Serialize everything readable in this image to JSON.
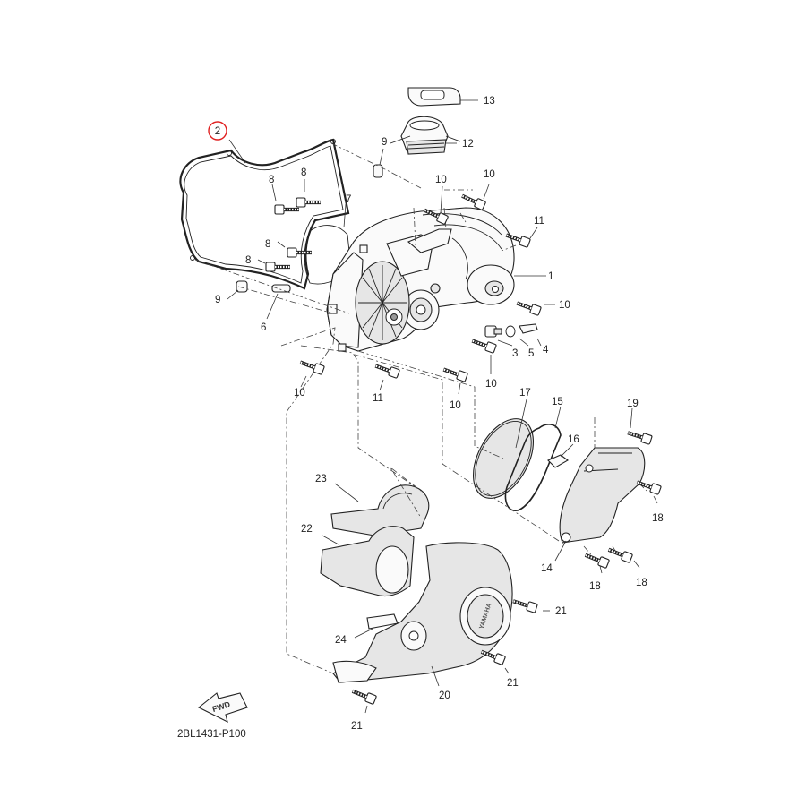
{
  "diagram": {
    "part_code": "2BL1431-P100",
    "fwd_label": "FWD",
    "logo_text": "YAMAHA",
    "highlight_color": "#e02020",
    "callouts": [
      {
        "id": "c2",
        "label": "2",
        "highlighted": true
      },
      {
        "id": "c13",
        "label": "13"
      },
      {
        "id": "c12",
        "label": "12"
      },
      {
        "id": "c9a",
        "label": "9"
      },
      {
        "id": "c9b",
        "label": "9"
      },
      {
        "id": "c8a",
        "label": "8"
      },
      {
        "id": "c8b",
        "label": "8"
      },
      {
        "id": "c8c",
        "label": "8"
      },
      {
        "id": "c8d",
        "label": "8"
      },
      {
        "id": "c7",
        "label": "7"
      },
      {
        "id": "c6",
        "label": "6"
      },
      {
        "id": "c1",
        "label": "1"
      },
      {
        "id": "c10a",
        "label": "10"
      },
      {
        "id": "c10b",
        "label": "10"
      },
      {
        "id": "c10c",
        "label": "10"
      },
      {
        "id": "c10d",
        "label": "10"
      },
      {
        "id": "c10e",
        "label": "10"
      },
      {
        "id": "c10f",
        "label": "10"
      },
      {
        "id": "c11a",
        "label": "11"
      },
      {
        "id": "c11b",
        "label": "11"
      },
      {
        "id": "c3",
        "label": "3"
      },
      {
        "id": "c4",
        "label": "4"
      },
      {
        "id": "c5",
        "label": "5"
      },
      {
        "id": "c14",
        "label": "14"
      },
      {
        "id": "c15",
        "label": "15"
      },
      {
        "id": "c16",
        "label": "16"
      },
      {
        "id": "c17",
        "label": "17"
      },
      {
        "id": "c18a",
        "label": "18"
      },
      {
        "id": "c18b",
        "label": "18"
      },
      {
        "id": "c18c",
        "label": "18"
      },
      {
        "id": "c19",
        "label": "19"
      },
      {
        "id": "c20",
        "label": "20"
      },
      {
        "id": "c21a",
        "label": "21"
      },
      {
        "id": "c21b",
        "label": "21"
      },
      {
        "id": "c21c",
        "label": "21"
      },
      {
        "id": "c22",
        "label": "22"
      },
      {
        "id": "c23",
        "label": "23"
      },
      {
        "id": "c24",
        "label": "24"
      }
    ]
  }
}
